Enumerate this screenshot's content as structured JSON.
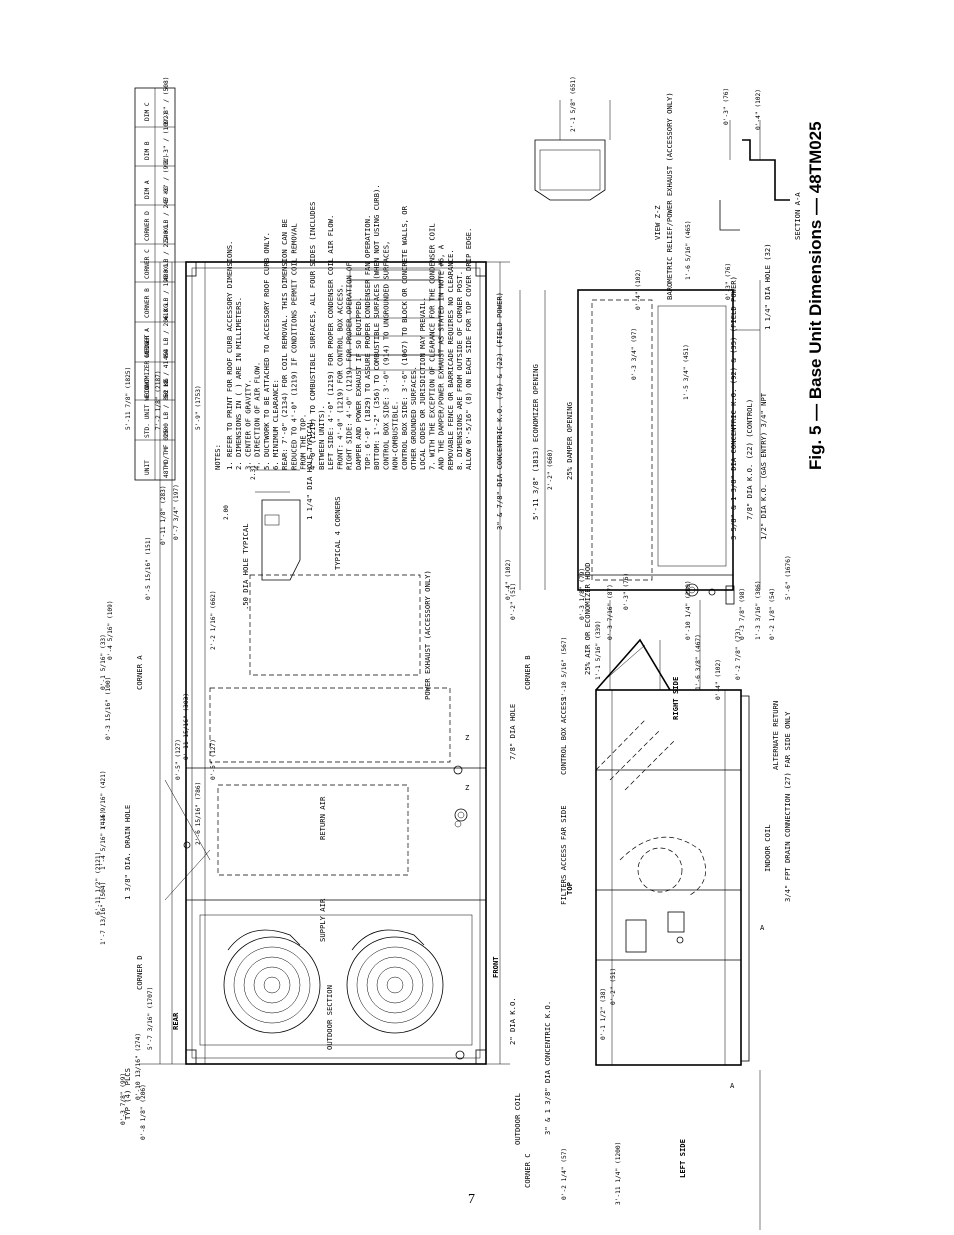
{
  "figure": {
    "caption": "Fig. 5 — Base Unit Dimensions — 48TM025",
    "page_number": "7"
  },
  "table": {
    "headers": [
      "UNIT",
      "STD. UNIT WEIGHT",
      "ECONOMIZER WEIGHT",
      "CORNER A",
      "CORNER B",
      "CORNER C",
      "CORNER D",
      "DIM A",
      "DIM B",
      "DIM C"
    ],
    "row": [
      "48TMD/TMF 025",
      "1900 LB / 862 KG",
      "50 LB / 41 KG",
      "454 LB / 206 KG",
      "418 LB / 190 KG",
      "488 LB / 222 KG",
      "540 LB / 245 KG",
      "3'-3\" / (991)",
      "3'-3\" / (1092)",
      "1'-8\" / (508)"
    ]
  },
  "notes": {
    "title": "NOTES:",
    "lines": [
      "1. REFER TO PRINT FOR ROOF CURB ACCESSORY DIMENSIONS.",
      "2. DIMENSIONS IN ( ) ARE IN MILLIMETERS.",
      "3. CENTER OF GRAVITY.",
      "4. DIRECTION OF AIR FLOW.",
      "5. DUCTWORK TO BE ATTACHED TO ACCESSORY ROOF CURB ONLY.",
      "6. MINIMUM CLEARANCE:",
      "REAR: 7'-0\" (2134) FOR COIL REMOVAL. THIS DIMENSION CAN BE",
      "REDUCED TO 4'-0\" (1219) IF CONDITIONS PERMIT COIL REMOVAL",
      "FROM THE TOP.",
      "4'-0\" (1219) TO COMBUSTIBLE SURFACES, ALL FOUR SIDES (INCLUDES",
      "BETWEEN UNITS).",
      "LEFT SIDE: 4'-0\" (1219) FOR PROPER CONDENSER COIL AIR FLOW.",
      "FRONT: 4'-0\" (1219) FOR CONTROL BOX ACCESS.",
      "RIGHT SIDE: 4'-0\" (1219) FOR PROPER OPERATION OF",
      "DAMPER AND POWER EXHAUST IF SO EQUIPPED.",
      "TOP: 6'-0\" (1829) TO ASSURE PROPER CONDENSER FAN OPERATION.",
      "BOTTOM: 1'-2\" (356) TO COMBUSTIBLE SURFACES (WHEN NOT USING CURB).",
      "CONTROL BOX SIDE: 3'-0\" (914) TO UNGROUNDED SURFACES,",
      "NON-COMBUSTIBLE.",
      "CONTROL BOX SIDE: 3'-6\" (1067) TO BLOCK OR CONCRETE WALLS, OR",
      "OTHER GROUNDED SURFACES.",
      "LOCAL CODES OR JURISDICTION MAY PREVAIL.",
      "7. WITH THE EXCEPTION OF CLEARANCE FOR THE CONDENSER COIL",
      "AND THE DAMPER/POWER EXHAUST AS STATED IN NOTE #6, A",
      "REMOVABLE FENCE OR BARRICADE REQUIRES NO CLEARANCE.",
      "8. DIMENSIONS ARE FROM OUTSIDE OF CORNER POST.",
      "ALLOW 0'-5/16\" (8) ON EACH SIDE FOR TOP COVER DRIP EDGE."
    ]
  },
  "top_view": {
    "labels": {
      "corner_a": "CORNER A",
      "corner_b": "CORNER B",
      "corner_c": "CORNER C",
      "corner_d": "CORNER D",
      "rear": "REAR",
      "front": "FRONT",
      "outdoor_section": "OUTDOOR SECTION",
      "supply_air": "SUPPLY AIR",
      "return_air": "RETURN AIR",
      "outdoor_coil": "OUTDOOR COIL",
      "power_exhaust": "POWER EXHAUST (ACCESSORY ONLY)",
      "drain_hole": "1 3/8\" DIA. DRAIN HOLE",
      "typ_plcs": "TYP (4) PLCS",
      "dia_ko_2": "2\" DIA K.O.",
      "dia_ko_concentric": "3\" & 1 3/8\" DIA CONCENTRIC K.O.",
      "dia_hole_78": "7/8\" DIA HOLE",
      "dia_hole_50": ".50 DIA HOLE TYPICAL",
      "typical_4_corners": "TYPICAL 4 CORNERS",
      "dia_hole_114": "1 1/4\" DIA HOLE TYPICAL"
    },
    "dims": [
      "0'-3 7/8\" (99)",
      "0'-8 1/8\" (206)",
      "5'-7 3/16\" (1707)",
      "0'-10 13/16\" (274)",
      "1'-7 13/16\" (504)",
      "6'-11 1/2\" (2121)",
      "1'-4 5/16\" (415)",
      "1'-4 9/16\" (421)",
      "2'-6 15/16\" (786)",
      "0'-3 15/16\" (100)",
      "0'-1 5/16\" (33)",
      "0'-4 5/16\" (109)",
      "0'-5 15/16\" (151)",
      "5'-11 7/8\" (1825)",
      "7'-2 1/8\" (2187)",
      "5'-9\" (1753)",
      "2'-2 1/16\" (662)",
      "0'-11 1/8\" (283)",
      "0'-7 3/4\" (197)",
      "0'-5\" (127)",
      "0'-11 15/16\" (303)",
      "0'-5\" (127)",
      "2.00",
      "2.31"
    ]
  },
  "side_view": {
    "labels": {
      "top": "TOP",
      "left_side": "LEFT SIDE",
      "right_side": "RIGHT SIDE",
      "filters": "FILTERS ACCESS FAR SIDE",
      "control_box": "CONTROL BOX ACCESS",
      "econ_hood": "25% AIR OR ECONOMIZER HOOD",
      "indoor_coil": "INDOOR COIL",
      "alternate_return": "ALTERNATE RETURN",
      "drain": "3/4\" FPT DRAIN CONNECTION (27) FAR SIDE ONLY"
    },
    "dims": [
      "0'-2 1/4\" (57)",
      "3'-11 1/4\" (1200)",
      "0'-1 1/2\" (38)",
      "0'-2\" (51)",
      "1'-10 5/16\" (567)",
      "1'-1 5/16\" (339)",
      "0'-3 7/16\" (87)",
      "0'-3\" (76)",
      "0'-10 1/4\" (260)",
      "1'-6 3/8\" (467)",
      "0'-4\" (102)",
      "0'-2 7/8\" (73)",
      "0'-3 7/8\" (98)",
      "1'-3 3/16\" (386)",
      "0'-2 1/8\" (54)",
      "0'-3 1/8\" (79)"
    ]
  },
  "end_view": {
    "labels": {
      "ko_field_power": "3\" & 7/8\" DIA CONCENTRIC K.O. (76) & (22) (FIELD POWER)",
      "econ_opening": "5'-11 3/8\" (1813) ECONOMIZER OPENING",
      "damper_opening": "25% DAMPER OPENING",
      "ko_control": "3 5/8\" & 1 3/8\" DIA CONCENTRIC K.O. (92) & (35) (FIELD POWER)",
      "ko_22": "7/8\" DIA K.O. (22) (CONTROL)",
      "gas_entry": "1/2\" DIA K.O. (GAS ENTRY) 3/4\" NPT",
      "dia_hole_1": "1 1/4\" DIA HOLE (32)"
    },
    "dims": [
      "2'-2\" (660)",
      "0'-2\" (51)",
      "0'-4\" (102)",
      "5'-6\" (1676)",
      "1'-5 3/4\" (451)",
      "0'-3 3/4\" (97)",
      "0'-4\" (102)",
      "1'-6 5/16\" (465)",
      "0'-3\" (76)"
    ]
  },
  "barometric_view": {
    "title": "VIEW Z-Z",
    "subtitle": "BAROMETRIC RELIEF/POWER EXHAUST (ACCESSORY ONLY)",
    "dims": [
      "2'-1 5/8\" (651)"
    ]
  },
  "section_aa": {
    "title": "SECTION A-A",
    "dims": [
      "0'-3\" (76)",
      "0'-4\" (102)"
    ]
  }
}
